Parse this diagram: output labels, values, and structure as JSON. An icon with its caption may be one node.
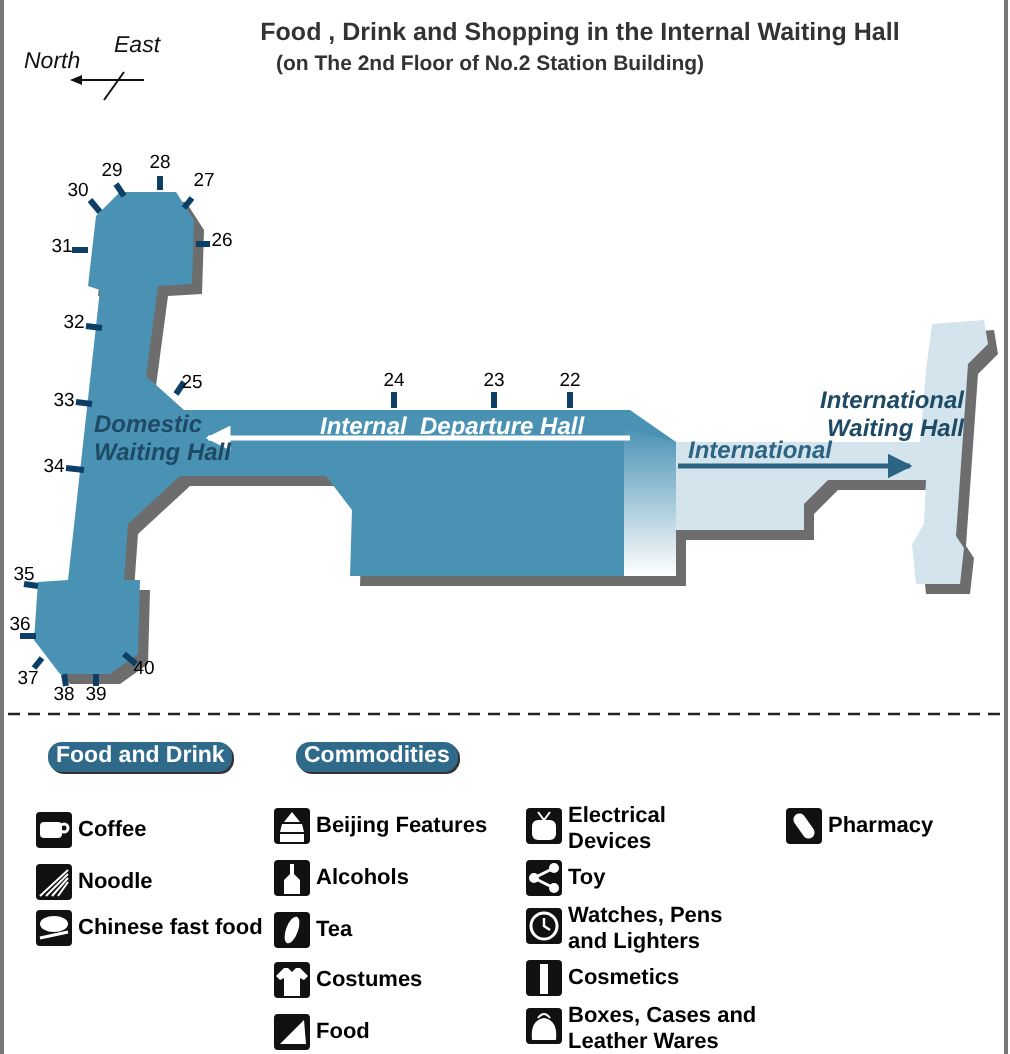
{
  "diagram": {
    "title": "Food , Drink and Shopping in the Internal Waiting Hall",
    "nodes": [
      {
        "text": [
          "Domestic Waiting Hall"
        ]
      },
      {
        "text": [
          "Internal  Departure Hall"
        ]
      },
      {
        "text": [
          "International Waiting Hall"
        ]
      }
    ],
    "edges": [
      {
        "from": 1,
        "to": 0,
        "arrow": "to",
        "color": "#ffffff"
      },
      {
        "from": 1,
        "to": 2,
        "arrow": "to",
        "label": "International",
        "color": "#2d6483"
      }
    ],
    "labels": [
      "East",
      "North",
      "(on The 2nd Floor of No.2 Station Building)",
      "28",
      "29",
      "27",
      "30",
      "31",
      "26",
      "32",
      "25",
      "24",
      "23",
      "22",
      "33",
      "34",
      "35",
      "36",
      "40",
      "37",
      "38",
      "39",
      "Food and Drink",
      "Commodities"
    ],
    "legend": [
      {
        "text": "Coffee"
      },
      {
        "text": "Noodle"
      },
      {
        "text": "Chinese fast food"
      },
      {
        "text": "Beijing Features"
      },
      {
        "text": "Alcohols"
      },
      {
        "text": "Tea"
      },
      {
        "text": "Costumes"
      },
      {
        "text": "Food"
      },
      {
        "text": "Electrical Devices"
      },
      {
        "text": "Toy"
      },
      {
        "text": "Watches, Pens and Lighters"
      },
      {
        "text": "Cosmetics"
      },
      {
        "text": "Boxes, Cases and Leather Wares"
      },
      {
        "text": "Pharmacy"
      }
    ]
  }
}
